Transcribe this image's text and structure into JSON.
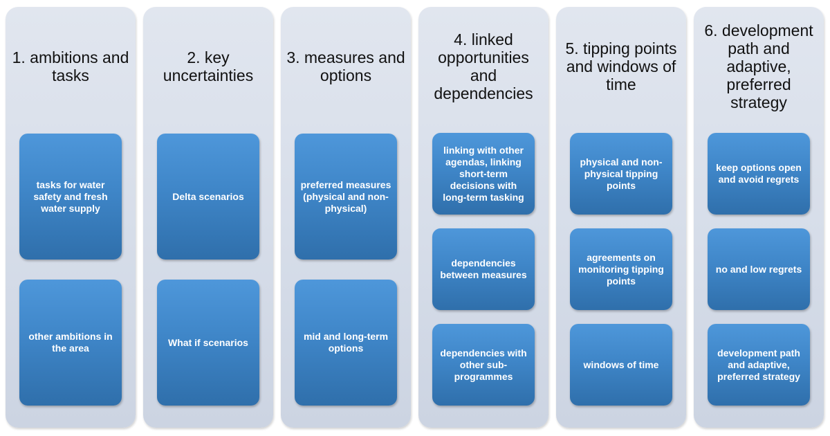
{
  "columns": [
    {
      "title": "1. ambitions and tasks",
      "cards": [
        "tasks for water safety and fresh water supply",
        "other ambitions in the area"
      ]
    },
    {
      "title": "2. key uncertainties",
      "cards": [
        "Delta scenarios",
        "What if scenarios"
      ]
    },
    {
      "title": "3. measures and options",
      "cards": [
        "preferred measures (physical and non-physical)",
        "mid and long-term options"
      ]
    },
    {
      "title": "4. linked opportunities and dependencies",
      "cards": [
        "linking with other agendas, linking short-term decisions with long-term tasking",
        "dependencies between measures",
        "dependencies with other sub-programmes"
      ]
    },
    {
      "title": "5. tipping points and windows of time",
      "cards": [
        "physical and non-physical tipping points",
        "agreements on monitoring tipping points",
        "windows of time"
      ]
    },
    {
      "title": "6. development path and adaptive, preferred strategy",
      "cards": [
        "keep options open and avoid regrets",
        "no and low regrets",
        "development path and adaptive, preferred strategy"
      ]
    }
  ],
  "colors": {
    "column_bg": "#d6dde9",
    "card_bg": "#3f86c8",
    "card_text": "#ffffff",
    "title_text": "#111111"
  }
}
